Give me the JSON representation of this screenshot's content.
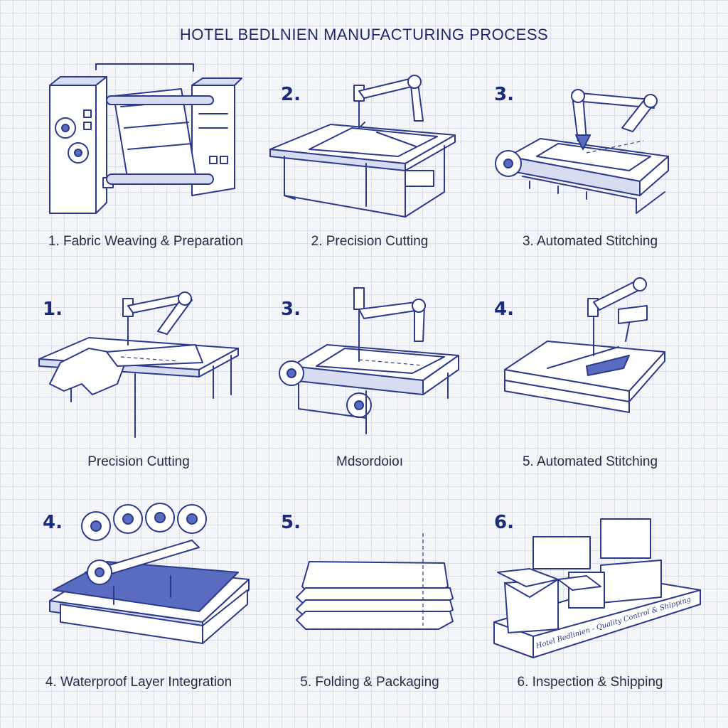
{
  "title": "HOTEL BEDLNIEN MANUFACTURING PROCESS",
  "panels": [
    {
      "number": "",
      "caption": "1. Fabric Weaving & Preparation"
    },
    {
      "number": "2.",
      "caption": "2. Precision Cutting"
    },
    {
      "number": "3.",
      "caption": "3. Automated Stitching"
    },
    {
      "number": "1.",
      "caption": "Precision Cutting"
    },
    {
      "number": "3.",
      "caption": "Mdsordoioı"
    },
    {
      "number": "4.",
      "caption": "5. Automated Stitching"
    },
    {
      "number": "4.",
      "caption": "4. Waterproof Layer Integration"
    },
    {
      "number": "5.",
      "caption": "5. Folding & Packaging"
    },
    {
      "number": "6.",
      "caption": "6. Inspection & Shipping"
    }
  ],
  "shipping_label": "Hotel Bedlinien - Quality Control & Shipping",
  "colors": {
    "ink": "#2b3a8c",
    "shade": "#d7dcf0",
    "grid": "#d9dde8",
    "background": "#f4f5f8"
  }
}
